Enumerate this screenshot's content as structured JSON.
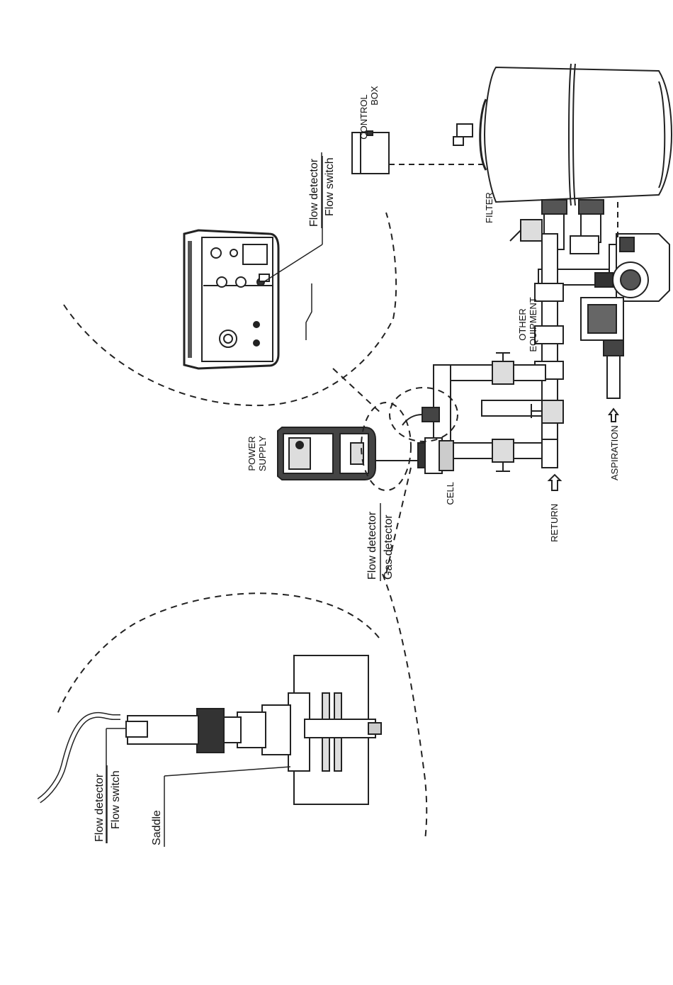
{
  "labels": {
    "control_box_line1": "CONTROL",
    "control_box_line2": "BOX",
    "filter": "FILTER",
    "other_equipment_line1": "OTHER",
    "other_equipment_line2": "EQUIPMENT",
    "power_supply_line1": "POWER",
    "power_supply_line2": "SUPPLY",
    "cell": "CELL",
    "return": "RETURN",
    "aspiration": "ASPIRATION",
    "flow_detector_top_line1": "Flow detector",
    "flow_detector_top_line2": "Flow switch",
    "flow_detector_mid_line1": "Flow detector",
    "flow_detector_mid_line2": "Gas detector",
    "flow_detector_bottom_line1": "Flow detector",
    "flow_detector_bottom_line2": "Flow switch",
    "saddle": "Saddle"
  },
  "colors": {
    "line": "#222222",
    "fill_dark": "#333333",
    "fill_light": "#e6e6e6",
    "background": "#ffffff"
  }
}
